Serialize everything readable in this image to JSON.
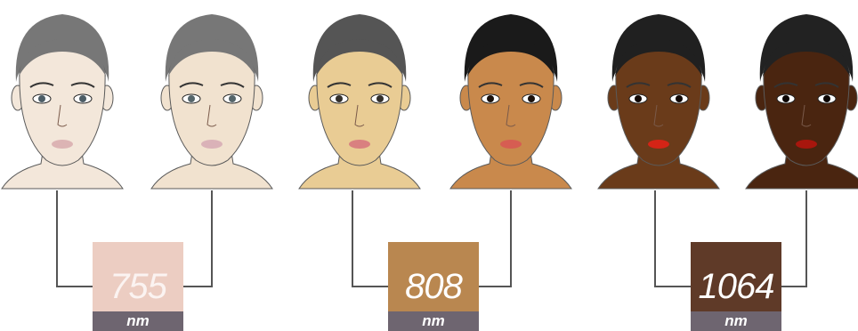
{
  "wavelengths": [
    {
      "value": "755",
      "unit": "nm",
      "color": "#eccdc2",
      "faces": [
        1,
        2
      ]
    },
    {
      "value": "808",
      "unit": "nm",
      "color": "#b98750",
      "faces": [
        3,
        4
      ]
    },
    {
      "value": "1064",
      "unit": "nm",
      "color": "#5f3a28",
      "faces": [
        5,
        6
      ]
    }
  ],
  "faces": [
    {
      "id": 1,
      "skin": "#f3e7da",
      "hair": "#777777",
      "lips": "#dcb4b4",
      "iris": "#4c5d66"
    },
    {
      "id": 2,
      "skin": "#f1e2cf",
      "hair": "#777777",
      "lips": "#dab2b8",
      "iris": "#55656a"
    },
    {
      "id": 3,
      "skin": "#e9cc94",
      "hair": "#555555",
      "lips": "#d98080",
      "iris": "#332f2a"
    },
    {
      "id": 4,
      "skin": "#c9894c",
      "hair": "#1a1a1a",
      "lips": "#d65d52",
      "iris": "#1c120c"
    },
    {
      "id": 5,
      "skin": "#6a3b1a",
      "hair": "#202020",
      "lips": "#d42416",
      "iris": "#120805"
    },
    {
      "id": 6,
      "skin": "#4a2510",
      "hair": "#222222",
      "lips": "#a8160d",
      "iris": "#0c0503"
    }
  ],
  "colors": {
    "connector": "#555555",
    "unit_bar": "#6e6570",
    "outline": "#5a5a5a"
  }
}
